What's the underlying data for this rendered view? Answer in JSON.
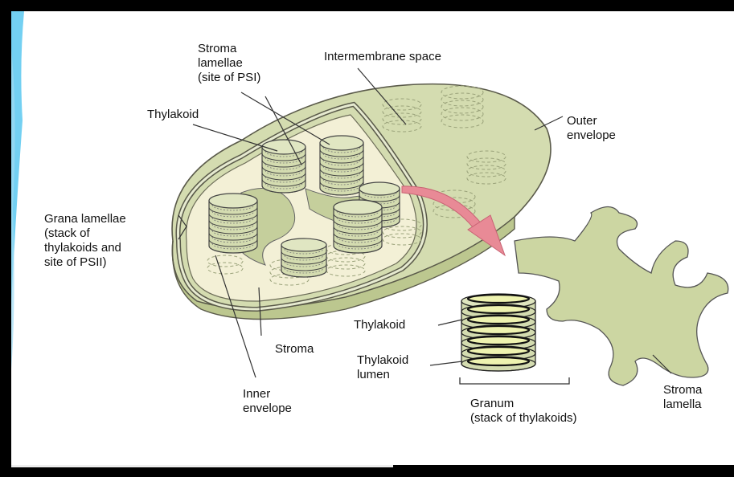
{
  "colors": {
    "frame": "#000000",
    "accent_blue": "#5bc8f0",
    "page": "#ffffff",
    "organelle_fill": "#d4dcb0",
    "organelle_dark": "#b7c48a",
    "inner_cream": "#f3f0d6",
    "thylakoid_lumen": "#eef3b0",
    "arrow_pink": "#e88a96"
  },
  "labels": {
    "stroma_lamellae_top": "Stroma\nlamellae\n(site of PSI)",
    "intermembrane_space": "Intermembrane space",
    "thylakoid_top": "Thylakoid",
    "outer_envelope": "Outer\nenvelope",
    "grana_lamellae": "Grana lamellae\n(stack of\nthylakoids and\nsite of PSII)",
    "stroma": "Stroma",
    "inner_envelope": "Inner\nenvelope",
    "thylakoid_right": "Thylakoid",
    "thylakoid_lumen": "Thylakoid\nlumen",
    "granum": "Granum\n(stack of thylakoids)",
    "stroma_lamella": "Stroma\nlamella"
  }
}
